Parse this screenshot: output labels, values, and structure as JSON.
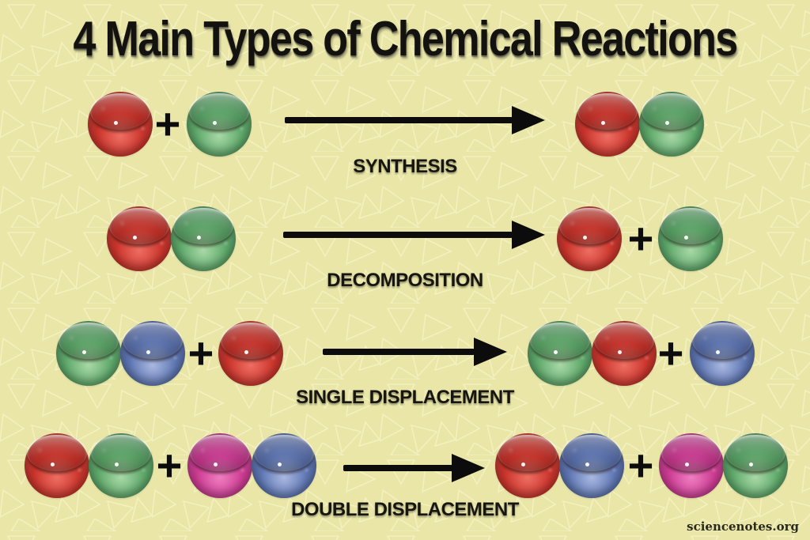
{
  "page": {
    "title": "4 Main Types of Chemical Reactions",
    "watermark": "sciencenotes.org",
    "background_color": "#e9e6a8",
    "pattern_color": "#f3f1bd",
    "text_color": "#14120f"
  },
  "symbols": {
    "plus": "+"
  },
  "palette": {
    "red": "#cb352c",
    "green": "#5fa96b",
    "blue": "#5f77b4",
    "pink": "#ce3c94"
  },
  "reactions": [
    {
      "label": "SYNTHESIS",
      "reactants": [
        [
          "red"
        ],
        [
          "green"
        ]
      ],
      "products": [
        [
          "red",
          "green"
        ]
      ]
    },
    {
      "label": "DECOMPOSITION",
      "reactants": [
        [
          "red",
          "green"
        ]
      ],
      "products": [
        [
          "red"
        ],
        [
          "green"
        ]
      ]
    },
    {
      "label": "SINGLE DISPLACEMENT",
      "reactants": [
        [
          "green",
          "blue"
        ],
        [
          "red"
        ]
      ],
      "products": [
        [
          "green",
          "red"
        ],
        [
          "blue"
        ]
      ]
    },
    {
      "label": "DOUBLE DISPLACEMENT",
      "reactants": [
        [
          "red",
          "green"
        ],
        [
          "pink",
          "blue"
        ]
      ],
      "products": [
        [
          "red",
          "blue"
        ],
        [
          "pink",
          "green"
        ]
      ]
    }
  ]
}
